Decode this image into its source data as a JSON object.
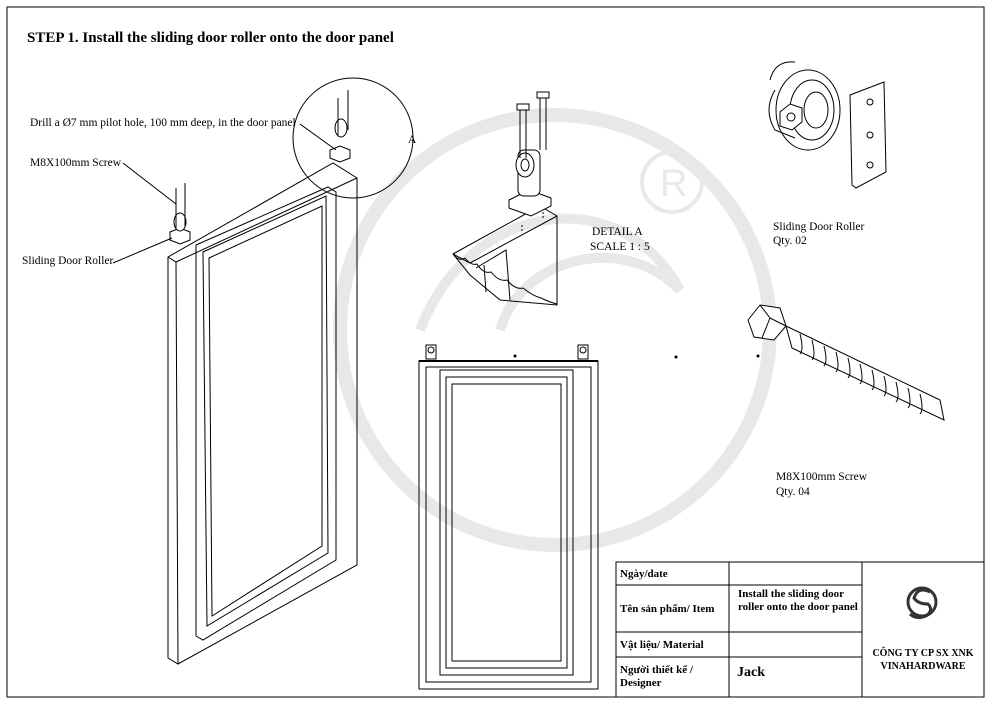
{
  "step_title": "STEP 1. Install the sliding door roller onto the door panel",
  "callouts": {
    "drill_note": "Drill a Ø7 mm pilot hole, 100 mm deep, in the door panel",
    "screw_label": "M8X100mm Screw",
    "roller_label": "Sliding Door Roller",
    "detail_marker": "A"
  },
  "detail": {
    "title": "DETAIL A",
    "scale": "SCALE 1 : 5"
  },
  "parts": [
    {
      "name": "Sliding Door Roller",
      "qty": "Qty. 02"
    },
    {
      "name": "M8X100mm Screw",
      "qty": "Qty. 04"
    }
  ],
  "title_block": {
    "date_label": "Ngày/date",
    "date_value": "",
    "item_label": "Tên sản phẩm/ Item",
    "item_value": "Install the sliding door roller onto the door panel",
    "material_label": "Vật liệu/ Material",
    "material_value": "",
    "designer_label": "Người thiết kế / Designer",
    "designer_value": "Jack",
    "company": "CÔNG TY CP SX XNK VINAHARDWARE"
  },
  "colors": {
    "line": "#000000",
    "watermark": "#e6e6e6",
    "paper": "#ffffff"
  },
  "icons": [
    "company-logo-icon",
    "registered-watermark-icon"
  ]
}
